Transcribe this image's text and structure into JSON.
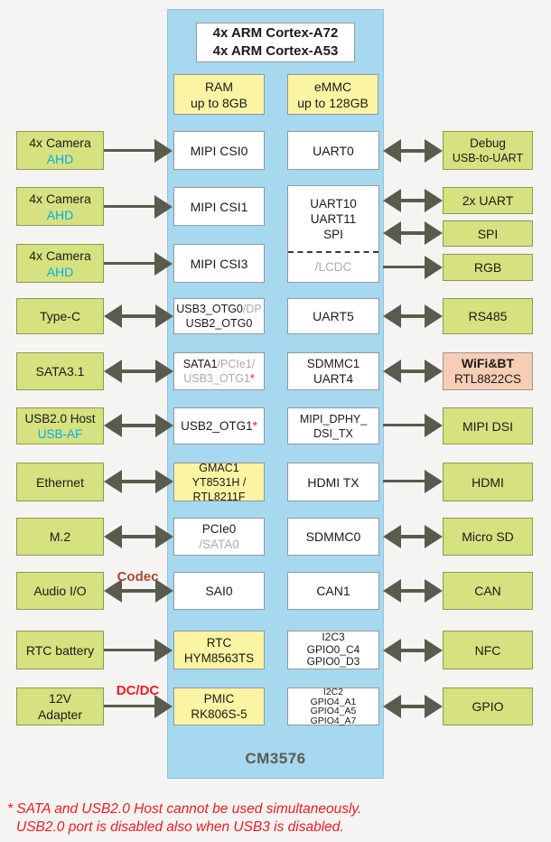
{
  "colors": {
    "soc_fill": "#A6D8F0",
    "device_fill": "#D5E27F",
    "memory_fill": "#FBF5A3",
    "wifi_fill": "#F7CDB5",
    "accent_cyan": "#00AEEF",
    "muted_gray": "#ABABAB",
    "arrow": "#5B5B4D",
    "warning_red": "#EC1C24",
    "codec_label_color": "#A94A33"
  },
  "soc": {
    "name": "CM3576",
    "cpu_line1": "4x ARM Cortex-A72",
    "cpu_line2": "4x ARM Cortex-A53",
    "ram_line1": "RAM",
    "ram_line2": "up to 8GB",
    "emmc_line1": "eMMC",
    "emmc_line2": "up to 128GB"
  },
  "left_devices": [
    {
      "line1": "4x Camera",
      "line2": "AHD"
    },
    {
      "line1": "4x Camera",
      "line2": "AHD"
    },
    {
      "line1": "4x Camera",
      "line2": "AHD"
    },
    {
      "line1": "Type-C"
    },
    {
      "line1": "SATA3.1"
    },
    {
      "line1": "USB2.0 Host",
      "line2": "USB-AF"
    },
    {
      "line1": "Ethernet"
    },
    {
      "line1": "M.2"
    },
    {
      "line1": "Audio I/O"
    },
    {
      "line1": "RTC battery"
    },
    {
      "line1": "12V",
      "line2": "Adapter"
    }
  ],
  "soc_left_ports": [
    {
      "line1": "MIPI CSI0"
    },
    {
      "line1": "MIPI CSI1"
    },
    {
      "line1": "MIPI CSI3"
    },
    {
      "l1": "USB3_OTG0",
      "l1_alt": "/DP",
      "l2": "USB2_OTG0"
    },
    {
      "l1": "SATA1",
      "l1_alt": "/PCIe1/",
      "l2_alt": "USB3_OTG1",
      "l2_star": "*"
    },
    {
      "l1": "USB2_OTG1",
      "l1_star": "*"
    },
    {
      "line1": "GMAC1",
      "line2": "YT8531H /",
      "line3": "RTL8211F"
    },
    {
      "l1": "PCIe0",
      "l2_alt": "/SATA0"
    },
    {
      "line1": "SAI0"
    },
    {
      "line1": "RTC",
      "line2": "HYM8563TS"
    },
    {
      "line1": "PMIC",
      "line2": "RK806S-5"
    }
  ],
  "soc_right_ports": [
    {
      "line1": "UART0"
    },
    {
      "line1": "UART10",
      "line2": "UART11",
      "line3": "SPI",
      "line4_alt": "/LCDC"
    },
    {
      "line1": "UART5"
    },
    {
      "line1": "SDMMC1",
      "line2": "UART4"
    },
    {
      "line1": "MIPI_DPHY_",
      "line2": "DSI_TX"
    },
    {
      "line1": "HDMI TX"
    },
    {
      "line1": "SDMMC0"
    },
    {
      "line1": "CAN1"
    },
    {
      "line1": "I2C3",
      "line2": "GPIO0_C4",
      "line3": "GPIO0_D3"
    },
    {
      "line1": "I2C2",
      "line2": "GPIO4_A1",
      "line3": "GPIO4_A5",
      "line4": "GPIO4_A7"
    }
  ],
  "right_devices": [
    {
      "line1": "Debug",
      "line2": "USB-to-UART"
    },
    {
      "line1": "2x UART"
    },
    {
      "line1": "SPI"
    },
    {
      "line1": "RGB"
    },
    {
      "line1": "RS485"
    },
    {
      "line1": "WiFi&BT",
      "line2": "RTL8822CS"
    },
    {
      "line1": "MIPI DSI"
    },
    {
      "line1": "HDMI"
    },
    {
      "line1": "Micro SD"
    },
    {
      "line1": "CAN"
    },
    {
      "line1": "NFC"
    },
    {
      "line1": "GPIO"
    }
  ],
  "labels": {
    "codec": "Codec",
    "dcdc": "DC/DC"
  },
  "footnote": {
    "line1": "* SATA and USB2.0 Host cannot be used simultaneously.",
    "line2": "USB2.0 port is disabled also when USB3 is disabled."
  }
}
